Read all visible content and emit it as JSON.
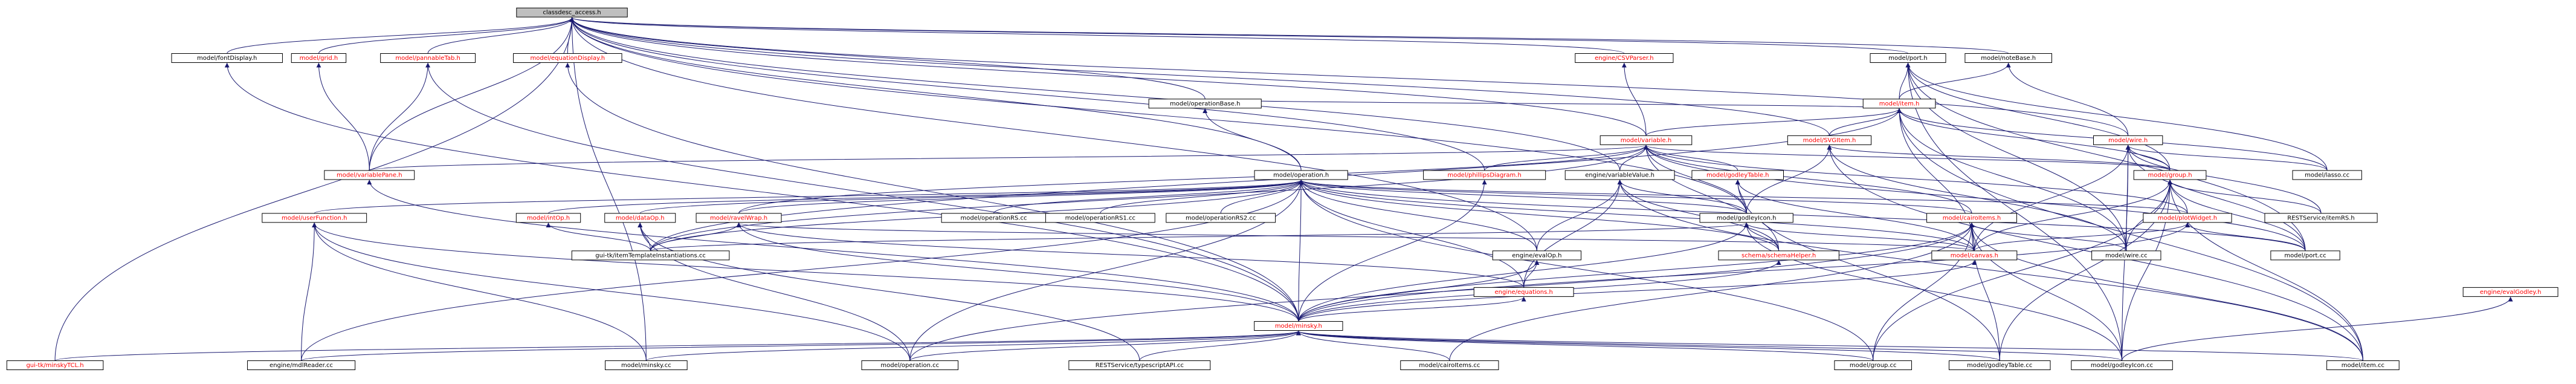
{
  "colors": {
    "edge": "#191970",
    "link_text": "#000000",
    "broken_link_text": "#ff0000",
    "root_fill": "#bfbfbf"
  },
  "nodes": {
    "classdesc_access": {
      "label": "classdesc_access.h",
      "link": "black"
    },
    "fontDisplay": {
      "label": "model/fontDisplay.h",
      "link": "black"
    },
    "grid": {
      "label": "model/grid.h",
      "link": "red"
    },
    "pannableTab": {
      "label": "model/pannableTab.h",
      "link": "red"
    },
    "equationDisplay": {
      "label": "model/equationDisplay.h",
      "link": "red"
    },
    "CSVParser": {
      "label": "engine/CSVParser.h",
      "link": "red"
    },
    "port": {
      "label": "model/port.h",
      "link": "black"
    },
    "noteBase": {
      "label": "model/noteBase.h",
      "link": "black"
    },
    "item": {
      "label": "model/item.h",
      "link": "red"
    },
    "operationBase": {
      "label": "model/operationBase.h",
      "link": "black"
    },
    "variable": {
      "label": "model/variable.h",
      "link": "red"
    },
    "SVGItem": {
      "label": "model/SVGItem.h",
      "link": "red"
    },
    "wire": {
      "label": "model/wire.h",
      "link": "red"
    },
    "variablePane": {
      "label": "model/variablePane.h",
      "link": "red"
    },
    "operation": {
      "label": "model/operation.h",
      "link": "black"
    },
    "phillipsDiagram": {
      "label": "model/phillipsDiagram.h",
      "link": "red"
    },
    "variableValue": {
      "label": "engine/variableValue.h",
      "link": "black"
    },
    "godleyTable": {
      "label": "model/godleyTable.h",
      "link": "red"
    },
    "group": {
      "label": "model/group.h",
      "link": "red"
    },
    "lasso_cc": {
      "label": "model/lasso.cc",
      "link": "black"
    },
    "userFunction": {
      "label": "model/userFunction.h",
      "link": "red"
    },
    "intOp": {
      "label": "model/intOp.h",
      "link": "red"
    },
    "dataOp": {
      "label": "model/dataOp.h",
      "link": "red"
    },
    "ravelWrap": {
      "label": "model/ravelWrap.h",
      "link": "red"
    },
    "operationRS_cc": {
      "label": "model/operationRS.cc",
      "link": "black"
    },
    "operationRS1_cc": {
      "label": "model/operationRS1.cc",
      "link": "black"
    },
    "operationRS2_cc": {
      "label": "model/operationRS2.cc",
      "link": "black"
    },
    "evalOp": {
      "label": "engine/evalOp.h",
      "link": "black"
    },
    "godleyIcon": {
      "label": "model/godleyIcon.h",
      "link": "black"
    },
    "cairoItems": {
      "label": "model/cairoItems.h",
      "link": "red"
    },
    "plotWidget": {
      "label": "model/plotWidget.h",
      "link": "red"
    },
    "RESTService_itemRS": {
      "label": "RESTService/itemRS.h",
      "link": "black"
    },
    "templateInstantiations": {
      "label": "gui-tk/itemTemplateInstantiations.cc",
      "link": "black"
    },
    "equations": {
      "label": "engine/equations.h",
      "link": "red"
    },
    "schemaHelper": {
      "label": "schema/schemaHelper.h",
      "link": "red"
    },
    "canvas": {
      "label": "model/canvas.h",
      "link": "red"
    },
    "wire_cc": {
      "label": "model/wire.cc",
      "link": "black"
    },
    "port_cc": {
      "label": "model/port.cc",
      "link": "black"
    },
    "evalGodley": {
      "label": "engine/evalGodley.h",
      "link": "red"
    },
    "minsky": {
      "label": "model/minsky.h",
      "link": "red"
    },
    "minskyTCL": {
      "label": "gui-tk/minskyTCL.h",
      "link": "red"
    },
    "mdlReader_cc": {
      "label": "engine/mdlReader.cc",
      "link": "black"
    },
    "minsky_cc": {
      "label": "model/minsky.cc",
      "link": "black"
    },
    "operation_cc": {
      "label": "model/operation.cc",
      "link": "black"
    },
    "typescriptAPI_cc": {
      "label": "RESTService/typescriptAPI.cc",
      "link": "black"
    },
    "cairoItems_cc": {
      "label": "model/cairoItems.cc",
      "link": "black"
    },
    "group_cc": {
      "label": "model/group.cc",
      "link": "black"
    },
    "godleyTable_cc": {
      "label": "model/godleyTable.cc",
      "link": "black"
    },
    "godleyIcon_cc": {
      "label": "model/godleyIcon.cc",
      "link": "black"
    },
    "item_cc": {
      "label": "model/item.cc",
      "link": "black"
    }
  },
  "edges": [
    [
      "fontDisplay",
      "classdesc_access"
    ],
    [
      "grid",
      "classdesc_access"
    ],
    [
      "pannableTab",
      "classdesc_access"
    ],
    [
      "equationDisplay",
      "classdesc_access"
    ],
    [
      "CSVParser",
      "classdesc_access"
    ],
    [
      "port",
      "classdesc_access"
    ],
    [
      "noteBase",
      "classdesc_access"
    ],
    [
      "operationBase",
      "classdesc_access"
    ],
    [
      "variable",
      "classdesc_access"
    ],
    [
      "SVGItem",
      "classdesc_access"
    ],
    [
      "wire",
      "classdesc_access"
    ],
    [
      "variablePane",
      "classdesc_access"
    ],
    [
      "operation",
      "classdesc_access"
    ],
    [
      "phillipsDiagram",
      "classdesc_access"
    ],
    [
      "variableValue",
      "classdesc_access"
    ],
    [
      "godleyIcon",
      "classdesc_access"
    ],
    [
      "evalOp",
      "classdesc_access"
    ],
    [
      "minskyTCL",
      "classdesc_access"
    ],
    [
      "minsky_cc",
      "classdesc_access"
    ],
    [
      "minsky",
      "fontDisplay"
    ],
    [
      "variablePane",
      "grid"
    ],
    [
      "variablePane",
      "pannableTab"
    ],
    [
      "minsky",
      "pannableTab"
    ],
    [
      "minsky",
      "equationDisplay"
    ],
    [
      "variable",
      "CSVParser"
    ],
    [
      "item",
      "port"
    ],
    [
      "group",
      "port"
    ],
    [
      "godleyIcon_cc",
      "port"
    ],
    [
      "wire_cc",
      "port"
    ],
    [
      "port_cc",
      "port"
    ],
    [
      "lasso_cc",
      "port"
    ],
    [
      "item",
      "noteBase"
    ],
    [
      "wire",
      "noteBase"
    ],
    [
      "operationBase",
      "item"
    ],
    [
      "variable",
      "item"
    ],
    [
      "SVGItem",
      "item"
    ],
    [
      "group",
      "item"
    ],
    [
      "wire_cc",
      "item"
    ],
    [
      "lasso_cc",
      "item"
    ],
    [
      "item_cc",
      "item"
    ],
    [
      "canvas",
      "item"
    ],
    [
      "templateInstantiations",
      "item"
    ],
    [
      "operation",
      "operationBase"
    ],
    [
      "variablePane",
      "variable"
    ],
    [
      "phillipsDiagram",
      "variable"
    ],
    [
      "variableValue",
      "variable"
    ],
    [
      "godleyTable",
      "variable"
    ],
    [
      "godleyIcon",
      "variable"
    ],
    [
      "cairoItems",
      "variable"
    ],
    [
      "plotWidget",
      "variable"
    ],
    [
      "group",
      "variable"
    ],
    [
      "ravelWrap",
      "variable"
    ],
    [
      "schemaHelper",
      "variable"
    ],
    [
      "templateInstantiations",
      "variable"
    ],
    [
      "port_cc",
      "variable"
    ],
    [
      "group",
      "SVGItem"
    ],
    [
      "godleyIcon",
      "SVGItem"
    ],
    [
      "wire_cc",
      "SVGItem"
    ],
    [
      "item_cc",
      "SVGItem"
    ],
    [
      "group",
      "wire"
    ],
    [
      "RESTService_itemRS",
      "wire"
    ],
    [
      "wire_cc",
      "wire"
    ],
    [
      "port_cc",
      "wire"
    ],
    [
      "lasso_cc",
      "wire"
    ],
    [
      "canvas",
      "wire"
    ],
    [
      "godleyIcon_cc",
      "wire"
    ],
    [
      "minsky",
      "variablePane"
    ],
    [
      "userFunction",
      "operation"
    ],
    [
      "intOp",
      "operation"
    ],
    [
      "dataOp",
      "operation"
    ],
    [
      "ravelWrap",
      "operation"
    ],
    [
      "operationRS_cc",
      "operation"
    ],
    [
      "operationRS1_cc",
      "operation"
    ],
    [
      "operationRS2_cc",
      "operation"
    ],
    [
      "evalOp",
      "operation"
    ],
    [
      "godleyIcon",
      "operation"
    ],
    [
      "cairoItems",
      "operation"
    ],
    [
      "plotWidget",
      "operation"
    ],
    [
      "canvas",
      "operation"
    ],
    [
      "equations",
      "operation"
    ],
    [
      "schemaHelper",
      "operation"
    ],
    [
      "templateInstantiations",
      "operation"
    ],
    [
      "mdlReader_cc",
      "operation"
    ],
    [
      "operation_cc",
      "operation"
    ],
    [
      "group_cc",
      "operation"
    ],
    [
      "minsky",
      "operation"
    ],
    [
      "port_cc",
      "operation"
    ],
    [
      "minsky",
      "phillipsDiagram"
    ],
    [
      "evalOp",
      "variableValue"
    ],
    [
      "godleyIcon",
      "variableValue"
    ],
    [
      "schemaHelper",
      "variableValue"
    ],
    [
      "equations",
      "variableValue"
    ],
    [
      "item_cc",
      "variableValue"
    ],
    [
      "godleyIcon",
      "godleyTable"
    ],
    [
      "canvas",
      "godleyTable"
    ],
    [
      "godleyTable_cc",
      "godleyTable"
    ],
    [
      "RESTService_itemRS",
      "group"
    ],
    [
      "canvas",
      "group"
    ],
    [
      "plotWidget",
      "group"
    ],
    [
      "port_cc",
      "group"
    ],
    [
      "wire_cc",
      "group"
    ],
    [
      "item_cc",
      "group"
    ],
    [
      "group_cc",
      "group"
    ],
    [
      "godleyIcon_cc",
      "group"
    ],
    [
      "godleyTable_cc",
      "group"
    ],
    [
      "minsky",
      "userFunction"
    ],
    [
      "mdlReader_cc",
      "userFunction"
    ],
    [
      "operation_cc",
      "userFunction"
    ],
    [
      "minsky_cc",
      "userFunction"
    ],
    [
      "templateInstantiations",
      "intOp"
    ],
    [
      "templateInstantiations",
      "dataOp"
    ],
    [
      "operation_cc",
      "dataOp"
    ],
    [
      "typescriptAPI_cc",
      "dataOp"
    ],
    [
      "templateInstantiations",
      "ravelWrap"
    ],
    [
      "minsky",
      "ravelWrap"
    ],
    [
      "canvas",
      "ravelWrap"
    ],
    [
      "equations",
      "ravelWrap"
    ],
    [
      "equations",
      "evalOp"
    ],
    [
      "minsky",
      "evalOp"
    ],
    [
      "canvas",
      "godleyIcon"
    ],
    [
      "schemaHelper",
      "godleyIcon"
    ],
    [
      "minsky",
      "godleyIcon"
    ],
    [
      "godleyIcon_cc",
      "godleyIcon"
    ],
    [
      "templateInstantiations",
      "godleyIcon"
    ],
    [
      "canvas",
      "cairoItems"
    ],
    [
      "minsky",
      "cairoItems"
    ],
    [
      "group_cc",
      "cairoItems"
    ],
    [
      "godleyTable_cc",
      "cairoItems"
    ],
    [
      "godleyIcon_cc",
      "cairoItems"
    ],
    [
      "cairoItems_cc",
      "cairoItems"
    ],
    [
      "item_cc",
      "cairoItems"
    ],
    [
      "operation_cc",
      "cairoItems"
    ],
    [
      "wire_cc",
      "cairoItems"
    ],
    [
      "canvas",
      "plotWidget"
    ],
    [
      "minsky",
      "plotWidget"
    ],
    [
      "port_cc",
      "plotWidget"
    ],
    [
      "minsky",
      "equations"
    ],
    [
      "minsky",
      "canvas"
    ],
    [
      "minsky",
      "schemaHelper"
    ],
    [
      "godleyIcon_cc",
      "evalGodley"
    ],
    [
      "minskyTCL",
      "minsky"
    ],
    [
      "mdlReader_cc",
      "minsky"
    ],
    [
      "minsky_cc",
      "minsky"
    ],
    [
      "operation_cc",
      "minsky"
    ],
    [
      "typescriptAPI_cc",
      "minsky"
    ],
    [
      "cairoItems_cc",
      "minsky"
    ],
    [
      "group_cc",
      "minsky"
    ],
    [
      "godleyTable_cc",
      "minsky"
    ],
    [
      "godleyIcon_cc",
      "minsky"
    ],
    [
      "item_cc",
      "minsky"
    ]
  ]
}
